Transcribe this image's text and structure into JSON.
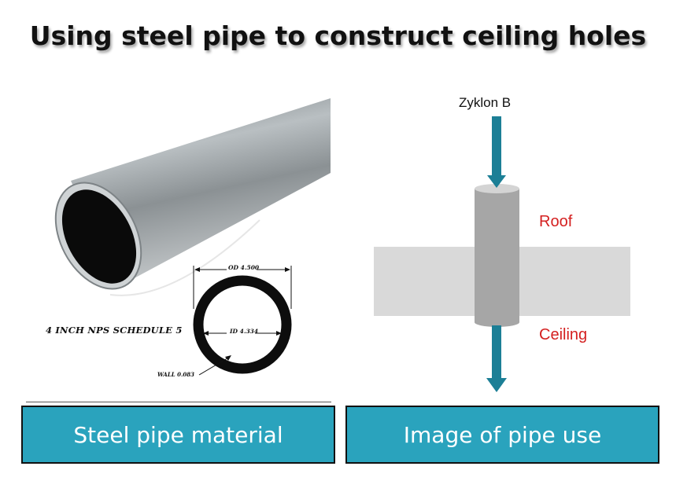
{
  "title": "Using steel pipe to construct ceiling holes",
  "left_panel": {
    "spec_title": "4 INCH NPS SCHEDULE 5",
    "outer_diameter": "OD 4.500",
    "inner_diameter": "ID 4.334",
    "wall": "WALL 0.083"
  },
  "right_panel": {
    "inlet_label": "Zyklon B",
    "roof_label": "Roof",
    "ceiling_label": "Ceiling",
    "colors": {
      "arrow": "#1c7f96",
      "label": "#d42020",
      "slab": "#d9d9d9",
      "pipe": "#a6a6a6"
    }
  },
  "captions": {
    "left": "Steel pipe material",
    "right": "Image of pipe use"
  },
  "colors": {
    "caption_bg": "#2aa3bd"
  }
}
